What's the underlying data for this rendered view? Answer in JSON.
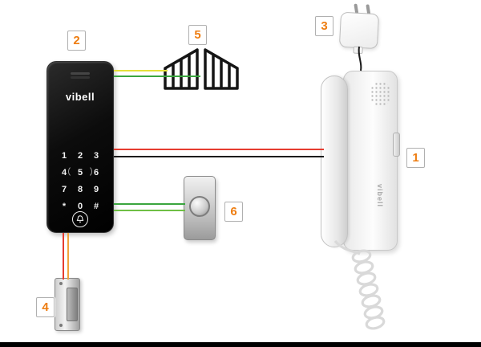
{
  "labels": {
    "handset": "1",
    "keypad": "2",
    "power_adapter": "3",
    "door_strike": "4",
    "gate": "5",
    "exit_button": "6"
  },
  "keypad": {
    "brand": "vibell",
    "keys": [
      "1",
      "2",
      "3",
      "4",
      "5",
      "6",
      "7",
      "8",
      "9",
      "*",
      "0",
      "#"
    ]
  },
  "handset": {
    "brand": "vibell"
  },
  "colors": {
    "label_number": "#ee7d11",
    "wire_yellow": "#e4e03a",
    "wire_green": "#3aa63f",
    "wire_green2": "#6fbf45",
    "wire_red": "#e63c30",
    "wire_black": "#1c1c1c",
    "wire_orange": "#f2a33c"
  }
}
